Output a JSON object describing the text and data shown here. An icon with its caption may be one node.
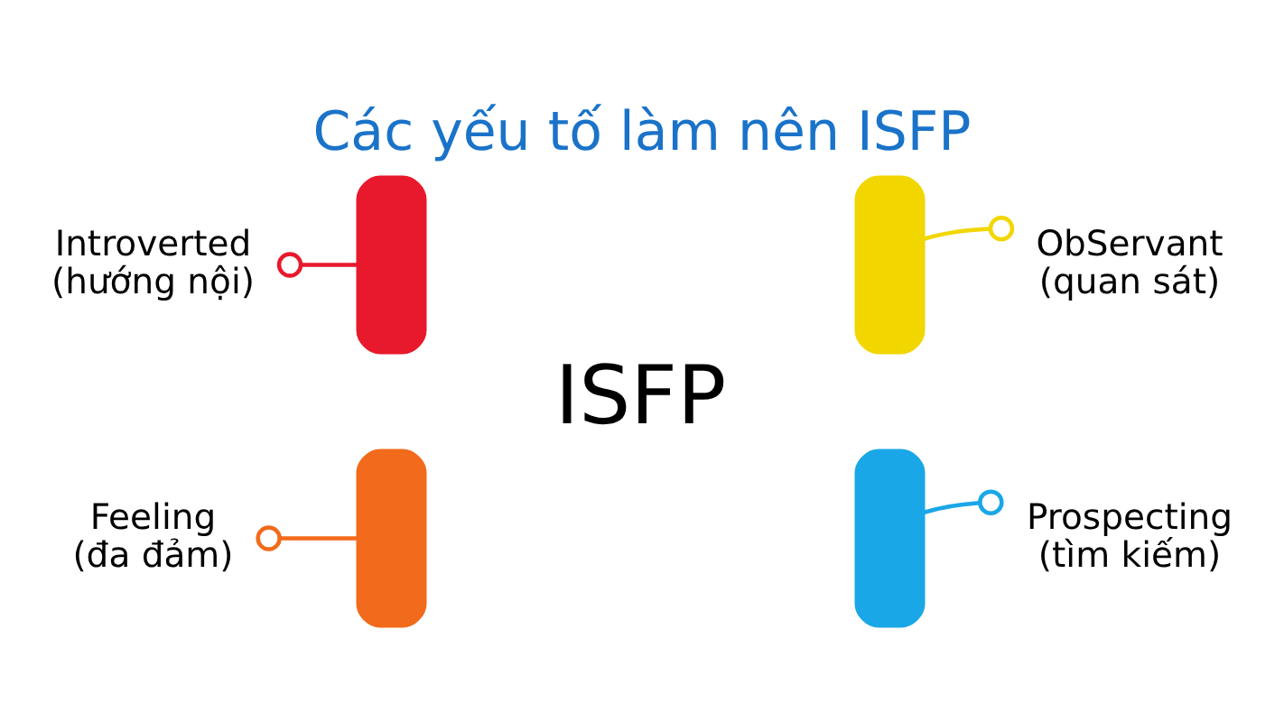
{
  "diagram": {
    "title": "Các yếu tố làm nên ISFP",
    "nodes": [
      {
        "text": [
          "ISFP"
        ]
      },
      {
        "text": [],
        "shape": "arc"
      },
      {
        "text": [],
        "shape": "arc"
      },
      {
        "text": [],
        "shape": "arc"
      },
      {
        "text": [],
        "shape": "arc"
      },
      {
        "text": [
          "Introverted",
          "(hướng nội)"
        ]
      },
      {
        "text": [
          "ObServant",
          "(quan sát)"
        ]
      },
      {
        "text": [
          "Feeling",
          "(đa đảm)"
        ]
      },
      {
        "text": [
          "Prospecting",
          "(tìm kiếm)"
        ]
      }
    ],
    "edges": [
      {
        "from": 5,
        "to": 1,
        "arrow": "other",
        "color": "#e8192c"
      },
      {
        "from": 6,
        "to": 2,
        "arrow": "other",
        "color": "#f2d600"
      },
      {
        "from": 7,
        "to": 3,
        "arrow": "other",
        "color": "#f26a1b"
      },
      {
        "from": 8,
        "to": 4,
        "arrow": "other",
        "color": "#1aa7e8"
      }
    ]
  }
}
